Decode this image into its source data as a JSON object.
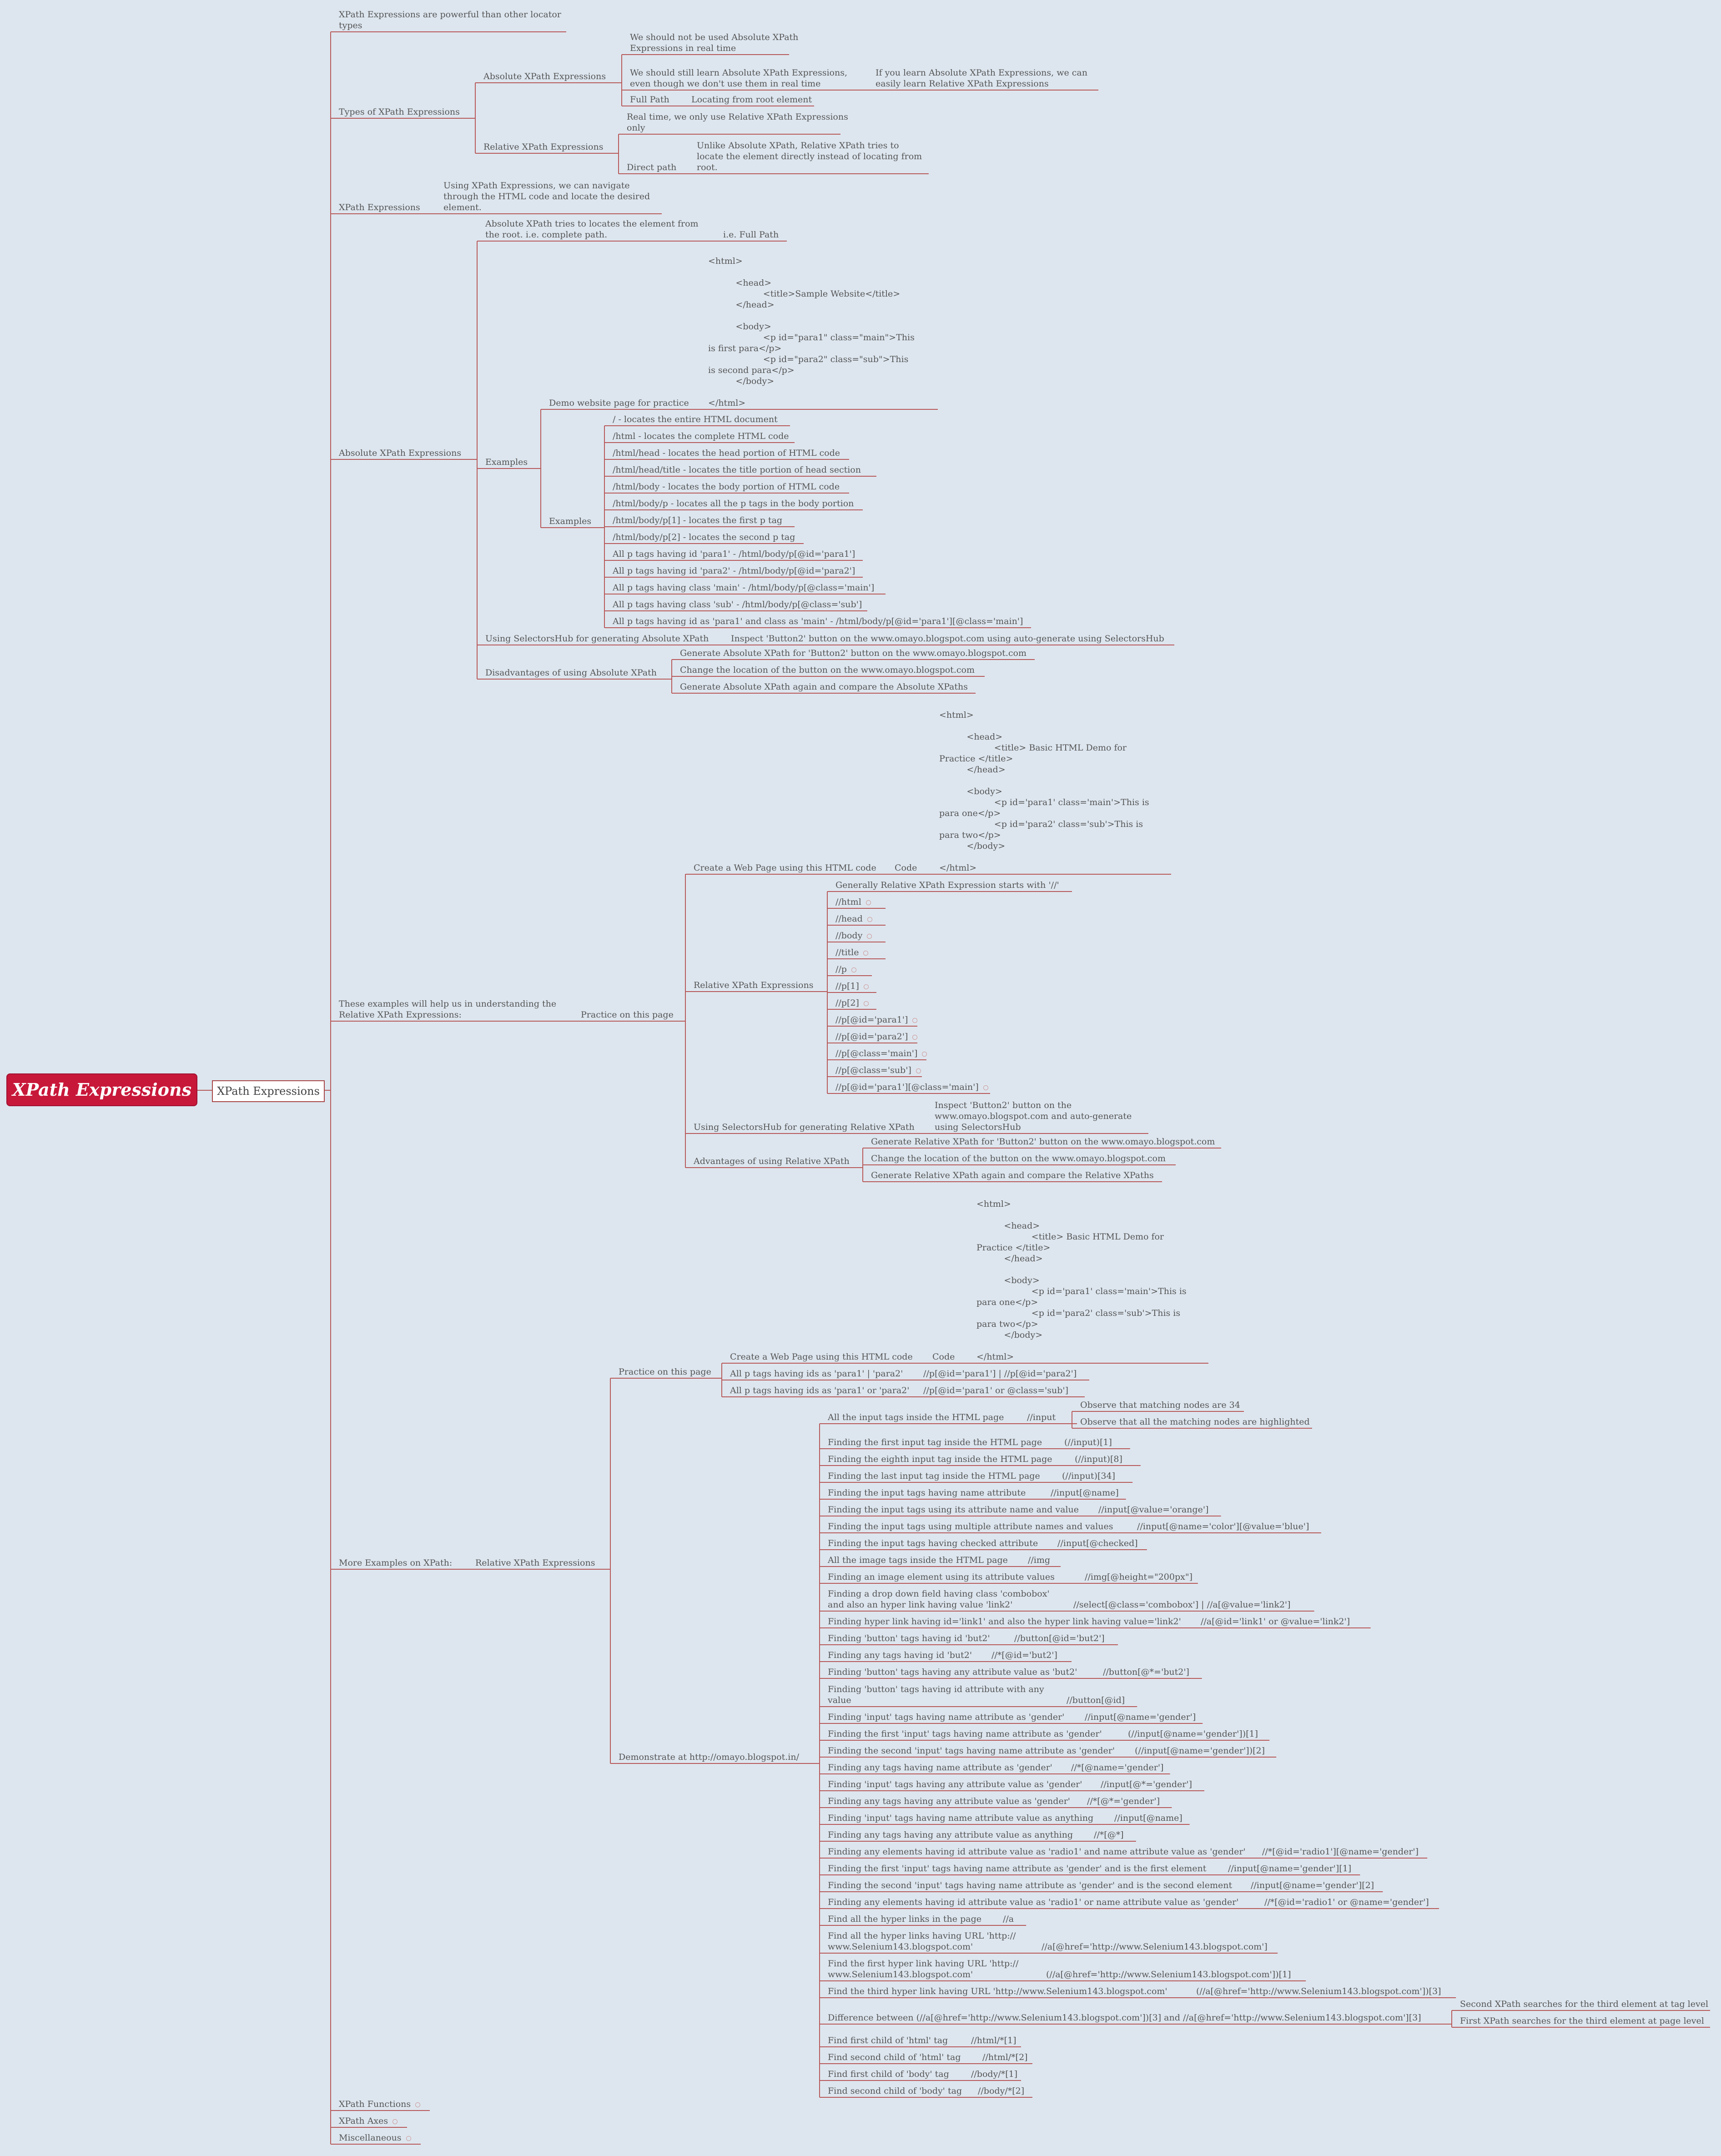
{
  "central": "XPath Expressions",
  "main": "XPath Expressions",
  "nodes": [
    {
      "id": "n1",
      "t": "XPath Expressions are powerful than other locator\ntypes"
    },
    {
      "id": "n2",
      "t": "Types of XPath Expressions"
    },
    {
      "id": "n3",
      "t": "Absolute XPath Expressions"
    },
    {
      "id": "n4",
      "t": "We should not be used Absolute XPath\nExpressions in real time"
    },
    {
      "id": "n5",
      "t": "We should still learn Absolute XPath Expressions,\neven though we don't use them in real time"
    },
    {
      "id": "n6",
      "t": "If you learn Absolute XPath Expressions, we can\neasily learn Relative XPath Expressions"
    },
    {
      "id": "n7",
      "t": "Full Path"
    },
    {
      "id": "n8",
      "t": "Locating from root element"
    },
    {
      "id": "n9",
      "t": "Relative XPath Expressions"
    },
    {
      "id": "n10",
      "t": "Real time, we only use Relative XPath Expressions\nonly"
    },
    {
      "id": "n11",
      "t": "Direct path"
    },
    {
      "id": "n12",
      "t": "Unlike Absolute XPath, Relative XPath tries to\nlocate the element directly instead of locating from\nroot."
    },
    {
      "id": "n13",
      "t": "XPath Expressions"
    },
    {
      "id": "n14",
      "t": "Using XPath Expressions, we can navigate\nthrough the HTML code and locate the desired\nelement."
    },
    {
      "id": "n15",
      "t": "Absolute XPath Expressions"
    },
    {
      "id": "n16",
      "t": "Absolute XPath tries to locates the element from\nthe root. i.e. complete path."
    },
    {
      "id": "n17",
      "t": "i.e. Full Path"
    },
    {
      "id": "n18",
      "t": "Examples"
    },
    {
      "id": "n19",
      "t": "Demo website page for practice"
    },
    {
      "id": "n20",
      "t": "<html>\n\n          <head>\n                    <title>Sample Website</title>\n          </head>\n\n          <body>\n                    <p id=\"para1\" class=\"main\">This\nis first para</p>\n                    <p id=\"para2\" class=\"sub\">This\nis second para</p>\n          </body>\n\n</html>"
    },
    {
      "id": "n21",
      "t": "Examples"
    },
    {
      "id": "a1",
      "t": "/ - locates the entire HTML document"
    },
    {
      "id": "a2",
      "t": "/html - locates the complete HTML code"
    },
    {
      "id": "a3",
      "t": "/html/head - locates the head portion of HTML code"
    },
    {
      "id": "a4",
      "t": "/html/head/title - locates the title portion of head section"
    },
    {
      "id": "a5",
      "t": "/html/body - locates the body portion of HTML code"
    },
    {
      "id": "a6",
      "t": "/html/body/p - locates all the p tags in the body portion"
    },
    {
      "id": "a7",
      "t": "/html/body/p[1] - locates the first p tag"
    },
    {
      "id": "a8",
      "t": "/html/body/p[2] - locates the second p tag"
    },
    {
      "id": "a9",
      "t": "All p tags having id 'para1' - /html/body/p[@id='para1']"
    },
    {
      "id": "a10",
      "t": "All p tags having id 'para2' - /html/body/p[@id='para2']"
    },
    {
      "id": "a11",
      "t": "All p tags having class 'main' - /html/body/p[@class='main']"
    },
    {
      "id": "a12",
      "t": "All p tags having class 'sub' - /html/body/p[@class='sub']"
    },
    {
      "id": "a13",
      "t": "All p tags having id as 'para1' and class as 'main' - /html/body/p[@id='para1'][@class='main']"
    },
    {
      "id": "n22",
      "t": "Using SelectorsHub for generating Absolute XPath"
    },
    {
      "id": "n23",
      "t": "Inspect 'Button2' button on the www.omayo.blogspot.com using auto-generate using SelectorsHub"
    },
    {
      "id": "n24",
      "t": "Disadvantages of using Absolute XPath"
    },
    {
      "id": "n25",
      "t": "Generate Absolute XPath for 'Button2' button on the www.omayo.blogspot.com"
    },
    {
      "id": "n26",
      "t": "Change the location of the button on the www.omayo.blogspot.com"
    },
    {
      "id": "n27",
      "t": "Generate Absolute XPath again and compare the Absolute XPaths"
    },
    {
      "id": "n28",
      "t": "These examples will help us in understanding the\nRelative XPath Expressions:"
    },
    {
      "id": "n29",
      "t": "Practice on this page"
    },
    {
      "id": "n30",
      "t": "Create a Web Page using this HTML code"
    },
    {
      "id": "n31",
      "t": "Code"
    },
    {
      "id": "n32",
      "t": "<html>\n\n          <head>\n                    <title> Basic HTML Demo for\nPractice </title>\n          </head>\n\n          <body>\n                    <p id='para1' class='main'>This is\npara one</p>\n                    <p id='para2' class='sub'>This is\npara two</p>\n          </body>\n\n</html>"
    },
    {
      "id": "n33",
      "t": "Relative XPath Expressions"
    },
    {
      "id": "r0",
      "t": "Generally Relative XPath Expression starts with '//'"
    },
    {
      "id": "r1",
      "t": "//html"
    },
    {
      "id": "r2",
      "t": "//head"
    },
    {
      "id": "r3",
      "t": "//body"
    },
    {
      "id": "r4",
      "t": "//title"
    },
    {
      "id": "r5",
      "t": "//p"
    },
    {
      "id": "r6",
      "t": "//p[1]"
    },
    {
      "id": "r7",
      "t": "//p[2]"
    },
    {
      "id": "r8",
      "t": "//p[@id='para1']"
    },
    {
      "id": "r9",
      "t": "//p[@id='para2']"
    },
    {
      "id": "r10",
      "t": "//p[@class='main']"
    },
    {
      "id": "r11",
      "t": "//p[@class='sub']"
    },
    {
      "id": "r12",
      "t": "//p[@id='para1'][@class='main']"
    },
    {
      "id": "n34",
      "t": "Using SelectorsHub for generating Relative XPath"
    },
    {
      "id": "n35",
      "t": "Inspect 'Button2' button on the\nwww.omayo.blogspot.com and auto-generate\nusing SelectorsHub"
    },
    {
      "id": "n36",
      "t": "Advantages of using Relative XPath"
    },
    {
      "id": "n37",
      "t": "Generate Relative XPath for 'Button2' button on the www.omayo.blogspot.com"
    },
    {
      "id": "n38",
      "t": "Change the location of the button on the www.omayo.blogspot.com"
    },
    {
      "id": "n39",
      "t": "Generate Relative XPath again and compare the Relative XPaths"
    },
    {
      "id": "n40",
      "t": "More Examples on XPath:"
    },
    {
      "id": "n41",
      "t": "Relative XPath Expressions"
    },
    {
      "id": "n42",
      "t": "Practice on this page"
    },
    {
      "id": "n43",
      "t": "Create a Web Page using this HTML code"
    },
    {
      "id": "n44",
      "t": "Code"
    },
    {
      "id": "n45",
      "t": "<html>\n\n          <head>\n                    <title> Basic HTML Demo for\nPractice </title>\n          </head>\n\n          <body>\n                    <p id='para1' class='main'>This is\npara one</p>\n                    <p id='para2' class='sub'>This is\npara two</p>\n          </body>\n\n</html>"
    },
    {
      "id": "n46",
      "t": "All p tags having ids as 'para1' | 'para2'"
    },
    {
      "id": "n47",
      "t": "//p[@id='para1'] | //p[@id='para2']"
    },
    {
      "id": "n48",
      "t": "All p tags having ids as 'para1' or 'para2'"
    },
    {
      "id": "n49",
      "t": "//p[@id='para1' or @class='sub']"
    },
    {
      "id": "n50",
      "t": "Demonstrate at http://omayo.blogspot.in/"
    },
    {
      "id": "d1",
      "t": "All the input tags inside the HTML page"
    },
    {
      "id": "d1v",
      "t": "//input"
    },
    {
      "id": "d1a",
      "t": "Observe that matching nodes are 34"
    },
    {
      "id": "d1b",
      "t": "Observe that all the matching nodes are highlighted"
    },
    {
      "id": "d2",
      "t": "Finding the first input tag inside the HTML page"
    },
    {
      "id": "d2v",
      "t": "(//input)[1]"
    },
    {
      "id": "d3",
      "t": "Finding the eighth input tag inside the HTML page"
    },
    {
      "id": "d3v",
      "t": "(//input)[8]"
    },
    {
      "id": "d4",
      "t": "Finding the last input tag inside the HTML page"
    },
    {
      "id": "d4v",
      "t": "(//input)[34]"
    },
    {
      "id": "d5",
      "t": "Finding the input tags having name attribute"
    },
    {
      "id": "d5v",
      "t": "//input[@name]"
    },
    {
      "id": "d6",
      "t": "Finding the input tags using its attribute name and value"
    },
    {
      "id": "d6v",
      "t": "//input[@value='orange']"
    },
    {
      "id": "d7",
      "t": "Finding the input tags using multiple attribute names and values"
    },
    {
      "id": "d7v",
      "t": "//input[@name='color'][@value='blue']"
    },
    {
      "id": "d8",
      "t": "Finding the input tags having checked attribute"
    },
    {
      "id": "d8v",
      "t": "//input[@checked]"
    },
    {
      "id": "d9",
      "t": "All the image tags inside the HTML page"
    },
    {
      "id": "d9v",
      "t": "//img"
    },
    {
      "id": "d10",
      "t": "Finding an image element using its attribute values"
    },
    {
      "id": "d10v",
      "t": "//img[@height=\"200px\"]"
    },
    {
      "id": "d11",
      "t": "Finding a drop down field having class 'combobox'\nand also an hyper link having value 'link2'"
    },
    {
      "id": "d11v",
      "t": "//select[@class='combobox'] | //a[@value='link2']"
    },
    {
      "id": "d12",
      "t": "Finding hyper link having id='link1' and also the hyper link having value='link2'"
    },
    {
      "id": "d12v",
      "t": "//a[@id='link1' or @value='link2']"
    },
    {
      "id": "d13",
      "t": "Finding 'button' tags having id 'but2'"
    },
    {
      "id": "d13v",
      "t": "//button[@id='but2']"
    },
    {
      "id": "d14",
      "t": "Finding any tags having id 'but2'"
    },
    {
      "id": "d14v",
      "t": "//*[@id='but2']"
    },
    {
      "id": "d15",
      "t": "Finding 'button' tags having any attribute value as 'but2'"
    },
    {
      "id": "d15v",
      "t": "//button[@*='but2']"
    },
    {
      "id": "d16",
      "t": "Finding 'button' tags having id attribute with any\nvalue"
    },
    {
      "id": "d16v",
      "t": "//button[@id]"
    },
    {
      "id": "d17",
      "t": "Finding 'input' tags having name attribute as 'gender'"
    },
    {
      "id": "d17v",
      "t": "//input[@name='gender']"
    },
    {
      "id": "d18",
      "t": "Finding the first 'input' tags having name attribute as 'gender'"
    },
    {
      "id": "d18v",
      "t": "(//input[@name='gender'])[1]"
    },
    {
      "id": "d19",
      "t": "Finding the second 'input' tags having name attribute as 'gender'"
    },
    {
      "id": "d19v",
      "t": "(//input[@name='gender'])[2]"
    },
    {
      "id": "d20",
      "t": "Finding any tags having name attribute as 'gender'"
    },
    {
      "id": "d20v",
      "t": "//*[@name='gender']"
    },
    {
      "id": "d21",
      "t": "Finding 'input' tags having any attribute value as 'gender'"
    },
    {
      "id": "d21v",
      "t": "//input[@*='gender']"
    },
    {
      "id": "d22",
      "t": "Finding any tags having any attribute value as 'gender'"
    },
    {
      "id": "d22v",
      "t": "//*[@*='gender']"
    },
    {
      "id": "d23",
      "t": "Finding 'input' tags having name attribute value as anything"
    },
    {
      "id": "d23v",
      "t": "//input[@name]"
    },
    {
      "id": "d24",
      "t": "Finding any tags having any attribute value as anything"
    },
    {
      "id": "d24v",
      "t": "//*[@*]"
    },
    {
      "id": "d25",
      "t": "Finding any elements having id attribute value as 'radio1' and name attribute value as 'gender'"
    },
    {
      "id": "d25v",
      "t": "//*[@id='radio1'][@name='gender']"
    },
    {
      "id": "d26",
      "t": "Finding the first 'input' tags having name attribute as 'gender' and is the first element"
    },
    {
      "id": "d26v",
      "t": "//input[@name='gender'][1]"
    },
    {
      "id": "d27",
      "t": "Finding the second 'input' tags having name attribute as 'gender' and is the second element"
    },
    {
      "id": "d27v",
      "t": "//input[@name='gender'][2]"
    },
    {
      "id": "d28",
      "t": "Finding any elements having id attribute value as 'radio1' or name attribute value as 'gender'"
    },
    {
      "id": "d28v",
      "t": "//*[@id='radio1' or @name='gender']"
    },
    {
      "id": "d29",
      "t": "Find all the hyper links in the page"
    },
    {
      "id": "d29v",
      "t": "//a"
    },
    {
      "id": "d30",
      "t": "Find all the hyper links having URL 'http://\nwww.Selenium143.blogspot.com'"
    },
    {
      "id": "d30v",
      "t": "//a[@href='http://www.Selenium143.blogspot.com']"
    },
    {
      "id": "d31",
      "t": "Find the first hyper link having URL 'http://\nwww.Selenium143.blogspot.com'"
    },
    {
      "id": "d31v",
      "t": "(//a[@href='http://www.Selenium143.blogspot.com'])[1]"
    },
    {
      "id": "d32",
      "t": "Find the third hyper link having URL 'http://www.Selenium143.blogspot.com'"
    },
    {
      "id": "d32v",
      "t": "(//a[@href='http://www.Selenium143.blogspot.com'])[3]"
    },
    {
      "id": "d33",
      "t": "Difference between (//a[@href='http://www.Selenium143.blogspot.com'])[3] and //a[@href='http://www.Selenium143.blogspot.com'][3]"
    },
    {
      "id": "d33a",
      "t": "Second XPath searches for the third element at tag level"
    },
    {
      "id": "d33b",
      "t": "First XPath searches for the third element at page level"
    },
    {
      "id": "d34",
      "t": "Find first child of 'html' tag"
    },
    {
      "id": "d34v",
      "t": "//html/*[1]"
    },
    {
      "id": "d35",
      "t": "Find second child of 'html' tag"
    },
    {
      "id": "d35v",
      "t": "//html/*[2]"
    },
    {
      "id": "d36",
      "t": "Find first child of 'body' tag"
    },
    {
      "id": "d36v",
      "t": "//body/*[1]"
    },
    {
      "id": "d37",
      "t": "Find second child of 'body' tag"
    },
    {
      "id": "d37v",
      "t": "//body/*[2]"
    },
    {
      "id": "n51",
      "t": "XPath Functions"
    },
    {
      "id": "n52",
      "t": "XPath Axes"
    },
    {
      "id": "n53",
      "t": "Miscellaneous"
    }
  ],
  "colors": {
    "background": "#dde6ef",
    "central": "#c8183a",
    "line": "#b85a5a"
  }
}
